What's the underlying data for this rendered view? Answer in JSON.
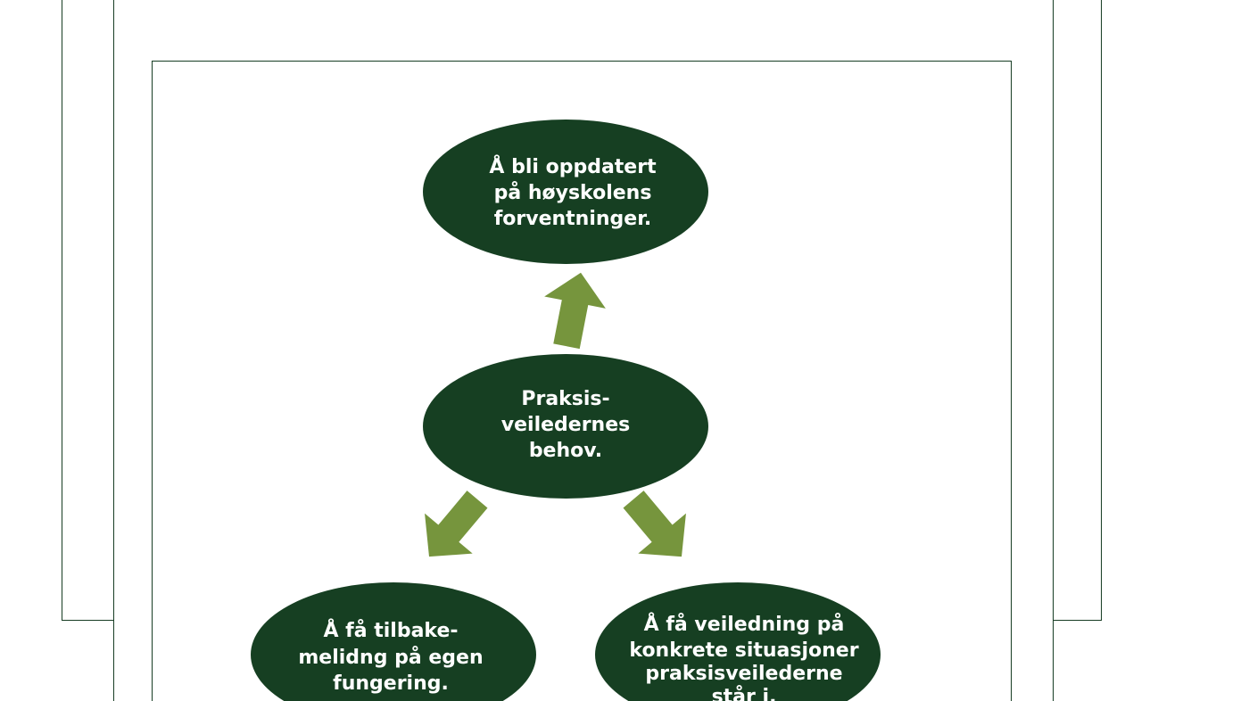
{
  "colors": {
    "node_fill": "#163f22",
    "arrow_fill": "#76953d",
    "frame_stroke": "#173d24",
    "text": "#ffffff"
  },
  "nodes": {
    "top": {
      "lines": [
        "Å bli oppdatert",
        "på høyskolens",
        "forventninger."
      ]
    },
    "center": {
      "lines": [
        "Praksis-",
        "veiledernes",
        "behov."
      ]
    },
    "bottom_left": {
      "lines": [
        "Å få tilbake-",
        "melidng på egen",
        "fungering."
      ]
    },
    "bottom_right": {
      "lines": [
        "Å få  veiledning på",
        "konkrete situasjoner",
        "praksisveilederne",
        "står i."
      ]
    }
  }
}
